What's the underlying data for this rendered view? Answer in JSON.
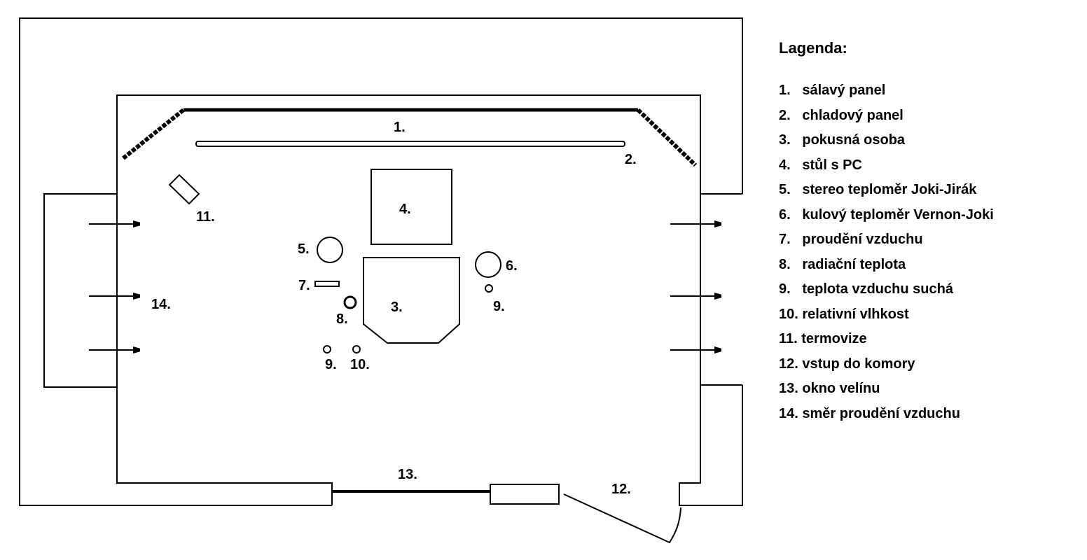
{
  "colors": {
    "ink": "#000000",
    "paper": "#ffffff"
  },
  "labels": {
    "l1": "1.",
    "l2": "2.",
    "l3": "3.",
    "l4": "4.",
    "l5": "5.",
    "l6": "6.",
    "l7": "7.",
    "l8": "8.",
    "l9a": "9.",
    "l9b": "9.",
    "l10": "10.",
    "l11": "11.",
    "l12": "12.",
    "l13": "13.",
    "l14": "14."
  },
  "legend": {
    "title": "Lagenda:",
    "items": [
      "1.   sálavý panel",
      "2.   chladový panel",
      "3.   pokusná osoba",
      "4.   stůl s PC",
      "5.   stereo teploměr Joki-Jirák",
      "6.   kulový teploměr Vernon-Joki",
      "7.   proudění vzduchu",
      "8.   radiační teplota",
      "9.   teplota vzduchu suchá",
      "10. relativní vlhkost",
      "11. termovize",
      "12. vstup do komory",
      "13. okno velínu",
      "14. směr proudění vzduchu"
    ]
  }
}
